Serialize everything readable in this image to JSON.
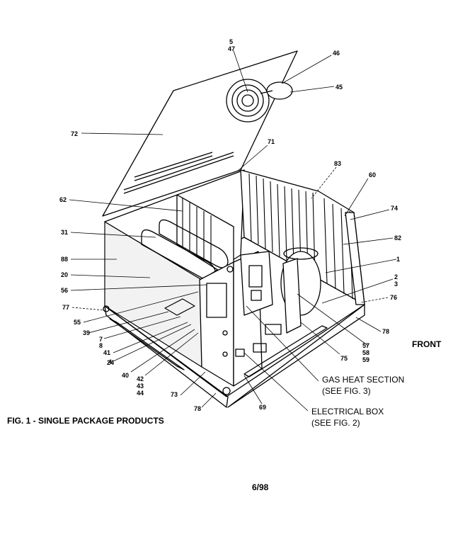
{
  "labels": [
    {
      "text": "5"
    },
    {
      "text": "47"
    },
    {
      "text": "46"
    },
    {
      "text": "45"
    },
    {
      "text": "72"
    },
    {
      "text": "71"
    },
    {
      "text": "83"
    },
    {
      "text": "60"
    },
    {
      "text": "74"
    },
    {
      "text": "62"
    },
    {
      "text": "82"
    },
    {
      "text": "31"
    },
    {
      "text": "1"
    },
    {
      "text": "88"
    },
    {
      "text": "2"
    },
    {
      "text": "3"
    },
    {
      "text": "20"
    },
    {
      "text": "76"
    },
    {
      "text": "56"
    },
    {
      "text": "77"
    },
    {
      "text": "78"
    },
    {
      "text": "55"
    },
    {
      "text": "39"
    },
    {
      "text": "7"
    },
    {
      "text": "8"
    },
    {
      "text": "41"
    },
    {
      "text": "4"
    },
    {
      "text": "24"
    },
    {
      "text": "40"
    },
    {
      "text": "42"
    },
    {
      "text": "43"
    },
    {
      "text": "44"
    },
    {
      "text": "73"
    },
    {
      "text": "78"
    },
    {
      "text": "69"
    },
    {
      "text": "75"
    },
    {
      "text": "57"
    },
    {
      "text": "58"
    },
    {
      "text": "59"
    }
  ],
  "callouts": {
    "gas_heat_line1": "GAS HEAT SECTION",
    "gas_heat_line2": "(SEE FIG. 3)",
    "electrical_line1": "ELECTRICAL BOX",
    "electrical_line2": "(SEE FIG. 2)",
    "front": "FRONT"
  },
  "caption": "FIG. 1 - SINGLE PACKAGE PRODUCTS",
  "date": "6/98"
}
